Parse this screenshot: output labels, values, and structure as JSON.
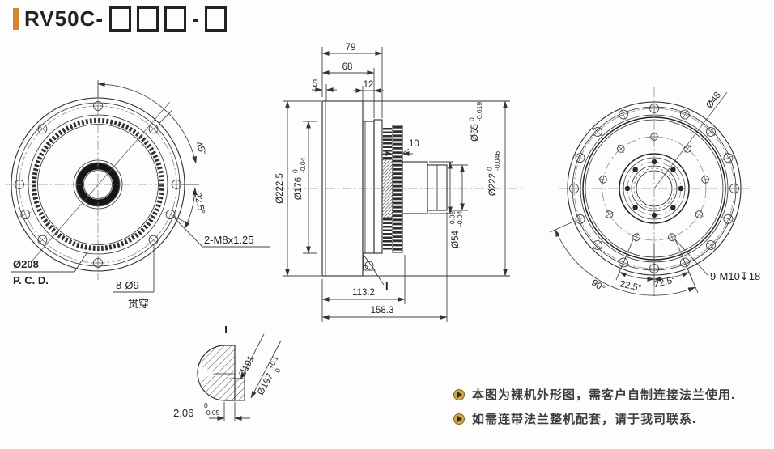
{
  "title": {
    "model": "RV50C-",
    "dash": "-",
    "accent_color": "#d4862a"
  },
  "left_view": {
    "angle45": "45°",
    "angle225": "22.5°",
    "m8": "2-M8x1.25",
    "pcd_dia": "Ø208",
    "pcd": "P. C. D.",
    "holes": "8-Ø9",
    "holes_note": "贯穿"
  },
  "middle_view": {
    "w79": "79",
    "w68": "68",
    "w5": "5",
    "w12": "12",
    "w10": "10",
    "d2225": "Ø222.5",
    "d176": {
      "v": "Ø176",
      "tu": "0",
      "tl": "-0.04"
    },
    "d65": {
      "v": "Ø65",
      "tu": "0",
      "tl": "-0.019"
    },
    "d222": {
      "v": "Ø222",
      "tu": "0",
      "tl": "-0.046"
    },
    "d54": {
      "v": "Ø54",
      "tu": "-0.02",
      "tl": "-0.04"
    },
    "l1132": "113.2",
    "l1583": "158.3",
    "detail": "I"
  },
  "right_view": {
    "d48": "Ø48",
    "m10": "9-M10↧18",
    "a90": "90°",
    "a225a": "22.5°",
    "a225b": "22.5°"
  },
  "detail_view": {
    "label": "I",
    "d191": "Ø191",
    "d197": {
      "v": "Ø197",
      "tu": "+0.1",
      "tl": "0"
    },
    "t206": {
      "v": "2.06",
      "tu": "0",
      "tl": "-0.05"
    }
  },
  "notes": [
    "本图为裸机外形图，需客户自制连接法兰使用.",
    "如需连带法兰整机配套，请于我司联系."
  ]
}
